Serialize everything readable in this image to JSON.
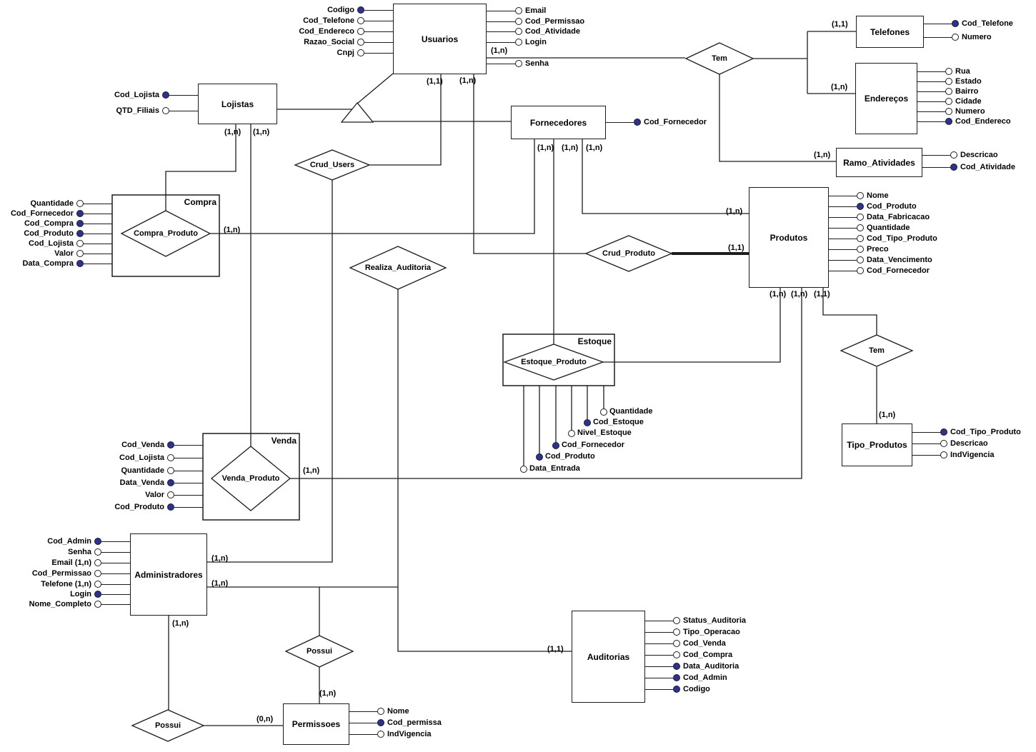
{
  "colors": {
    "key_fill": "#2e3192",
    "line": "#1c1c1c"
  },
  "entities": {
    "usuarios": "Usuarios",
    "lojistas": "Lojistas",
    "telefones": "Telefones",
    "enderecos": "Endereços",
    "ramo_atividades": "Ramo_Atividades",
    "fornecedores": "Fornecedores",
    "compra": "Compra",
    "produtos": "Produtos",
    "estoque": "Estoque",
    "venda": "Venda",
    "administradores": "Administradores",
    "auditorias": "Auditorias",
    "permissoes": "Permissoes",
    "tipo_produtos": "Tipo_Produtos"
  },
  "relationships": {
    "tem_top": "Tem",
    "crud_users": "Crud_Users",
    "compra_produto": "Compra_Produto",
    "crud_produto": "Crud_Produto",
    "realiza_auditoria": "Realiza_Auditoria",
    "estoque_produto": "Estoque_Produto",
    "venda_produto": "Venda_Produto",
    "tem_right": "Tem",
    "possui_upper": "Possui",
    "possui_lower": "Possui"
  },
  "attrs": {
    "usuarios_left": [
      {
        "label": "Codigo",
        "key": true
      },
      {
        "label": "Cod_Telefone",
        "key": false
      },
      {
        "label": "Cod_Endereco",
        "key": false
      },
      {
        "label": "Razao_Social",
        "key": false
      },
      {
        "label": "Cnpj",
        "key": false
      }
    ],
    "usuarios_right": [
      {
        "label": "Email",
        "key": false
      },
      {
        "label": "Cod_Permissao",
        "key": false
      },
      {
        "label": "Cod_Atividade",
        "key": false
      },
      {
        "label": "Login",
        "key": false
      },
      {
        "label": "Senha",
        "key": false
      }
    ],
    "lojistas": [
      {
        "label": "Cod_Lojista",
        "key": true
      },
      {
        "label": "QTD_Filiais",
        "key": false
      }
    ],
    "telefones": [
      {
        "label": "Cod_Telefone",
        "key": true
      },
      {
        "label": "Numero",
        "key": false
      }
    ],
    "enderecos": [
      {
        "label": "Rua",
        "key": false
      },
      {
        "label": "Estado",
        "key": false
      },
      {
        "label": "Bairro",
        "key": false
      },
      {
        "label": "Cidade",
        "key": false
      },
      {
        "label": "Numero",
        "key": false
      },
      {
        "label": "Cod_Endereco",
        "key": true
      }
    ],
    "ramo_atividades": [
      {
        "label": "Descricao",
        "key": false
      },
      {
        "label": "Cod_Atividade",
        "key": true
      }
    ],
    "fornecedores": [
      {
        "label": "Cod_Fornecedor",
        "key": true
      }
    ],
    "compra": [
      {
        "label": "Quantidade",
        "key": false
      },
      {
        "label": "Cod_Fornecedor",
        "key": true
      },
      {
        "label": "Cod_Compra",
        "key": true
      },
      {
        "label": "Cod_Produto",
        "key": true
      },
      {
        "label": "Cod_Lojista",
        "key": false
      },
      {
        "label": "Valor",
        "key": false
      },
      {
        "label": "Data_Compra",
        "key": true
      }
    ],
    "produtos": [
      {
        "label": "Nome",
        "key": false
      },
      {
        "label": "Cod_Produto",
        "key": true
      },
      {
        "label": "Data_Fabricacao",
        "key": false
      },
      {
        "label": "Quantidade",
        "key": false
      },
      {
        "label": "Cod_Tipo_Produto",
        "key": false
      },
      {
        "label": "Preco",
        "key": false
      },
      {
        "label": "Data_Vencimento",
        "key": false
      },
      {
        "label": "Cod_Fornecedor",
        "key": false
      }
    ],
    "estoque": [
      {
        "label": "Quantidade",
        "key": false
      },
      {
        "label": "Cod_Estoque",
        "key": true
      },
      {
        "label": "Nivel_Estoque",
        "key": false
      },
      {
        "label": "Cod_Fornecedor",
        "key": true
      },
      {
        "label": "Cod_Produto",
        "key": true
      },
      {
        "label": "Data_Entrada",
        "key": false
      }
    ],
    "venda": [
      {
        "label": "Cod_Venda",
        "key": true
      },
      {
        "label": "Cod_Lojista",
        "key": false
      },
      {
        "label": "Quantidade",
        "key": false
      },
      {
        "label": "Data_Venda",
        "key": true
      },
      {
        "label": "Valor",
        "key": false
      },
      {
        "label": "Cod_Produto",
        "key": true
      }
    ],
    "administradores": [
      {
        "label": "Cod_Admin",
        "key": true
      },
      {
        "label": "Senha",
        "key": false
      },
      {
        "label": "Email (1,n)",
        "key": false
      },
      {
        "label": "Cod_Permissao",
        "key": false
      },
      {
        "label": "Telefone (1,n)",
        "key": false
      },
      {
        "label": "Login",
        "key": true
      },
      {
        "label": "Nome_Completo",
        "key": false
      }
    ],
    "auditorias": [
      {
        "label": "Status_Auditoria",
        "key": false
      },
      {
        "label": "Tipo_Operacao",
        "key": false
      },
      {
        "label": "Cod_Venda",
        "key": false
      },
      {
        "label": "Cod_Compra",
        "key": false
      },
      {
        "label": "Data_Auditoria",
        "key": true
      },
      {
        "label": "Cod_Admin",
        "key": true
      },
      {
        "label": "Codigo",
        "key": true
      }
    ],
    "permissoes": [
      {
        "label": "Nome",
        "key": false
      },
      {
        "label": "Cod_permissa",
        "key": true
      },
      {
        "label": "IndVigencia",
        "key": false
      }
    ],
    "tipo_produtos": [
      {
        "label": "Cod_Tipo_Produto",
        "key": true
      },
      {
        "label": "Descricao",
        "key": false
      },
      {
        "label": "IndVigencia",
        "key": false
      }
    ]
  },
  "cards": {
    "usuarios_tem": "(1,n)",
    "tem_telefones": "(1,1)",
    "tem_enderecos": "(1,n)",
    "tem_ramo": "(1,n)",
    "usuarios_crud_users": "(1,1)",
    "usuarios_crud_produto": "(1,n)",
    "lojistas_compra": "(1,n)",
    "lojistas_venda": "(1,n)",
    "compra_fornecedores": "(1,n)",
    "fornecedores_compra": "(1,n)",
    "fornecedores_estoque": "(1,n)",
    "fornecedores_produtos": "(1,n)",
    "produtos_fornecedores": "(1,n)",
    "crud_produto_produtos": "(1,1)",
    "produtos_estoque": "(1,n)",
    "produtos_venda": "(1,n)",
    "produtos_tem": "(1,1)",
    "venda_produtos": "(1,n)",
    "tem_tipo_produtos": "(1,n)",
    "admin_crud_users": "(1,n)",
    "admin_realiza": "(1,n)",
    "admin_possui_lower": "(1,n)",
    "possui_permissoes": "(1,n)",
    "possui_lower_permissoes": "(0,n)",
    "realiza_auditorias": "(1,1)"
  }
}
